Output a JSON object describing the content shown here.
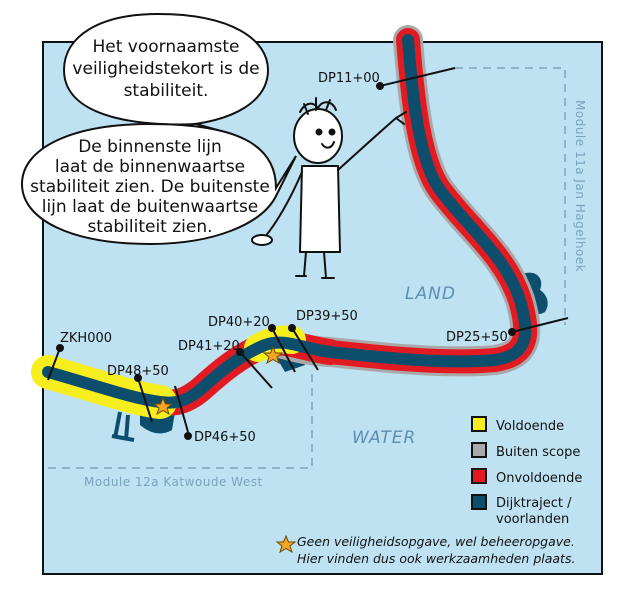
{
  "speech": {
    "top": [
      "Het voornaamste",
      "veiligheidstekort is de",
      "stabiliteit."
    ],
    "bottom": [
      "De binnenste lijn",
      "laat de binnenwaartse",
      "stabiliteit zien. De buitenste",
      "lijn laat de buitenwaartse",
      "stabiliteit zien."
    ]
  },
  "regions": {
    "land": "LAND",
    "water": "WATER"
  },
  "modules": {
    "right": "Module 11a Jan Hagelhoek",
    "bottom": "Module 12a Katwoude West"
  },
  "markers": [
    "DP11+00",
    "DP25+50",
    "DP39+50",
    "DP40+20",
    "DP41+20",
    "DP46+50",
    "DP48+50",
    "ZKH000"
  ],
  "legend": [
    {
      "label": "Voldoende",
      "color": "#f7ef1d"
    },
    {
      "label": "Buiten scope",
      "color": "#a9a9a9"
    },
    {
      "label": "Onvoldoende",
      "color": "#e21b23"
    },
    {
      "label": "Dijktraject /",
      "label2": "voorlanden",
      "color": "#0d4e6c"
    }
  ],
  "note": [
    "Geen veiligheidsopgave, wel beheeropgave.",
    "Hier vinden dus ook werkzaamheden plaats."
  ],
  "colors": {
    "water": "#bfe2f3",
    "star": "#f4a623"
  }
}
